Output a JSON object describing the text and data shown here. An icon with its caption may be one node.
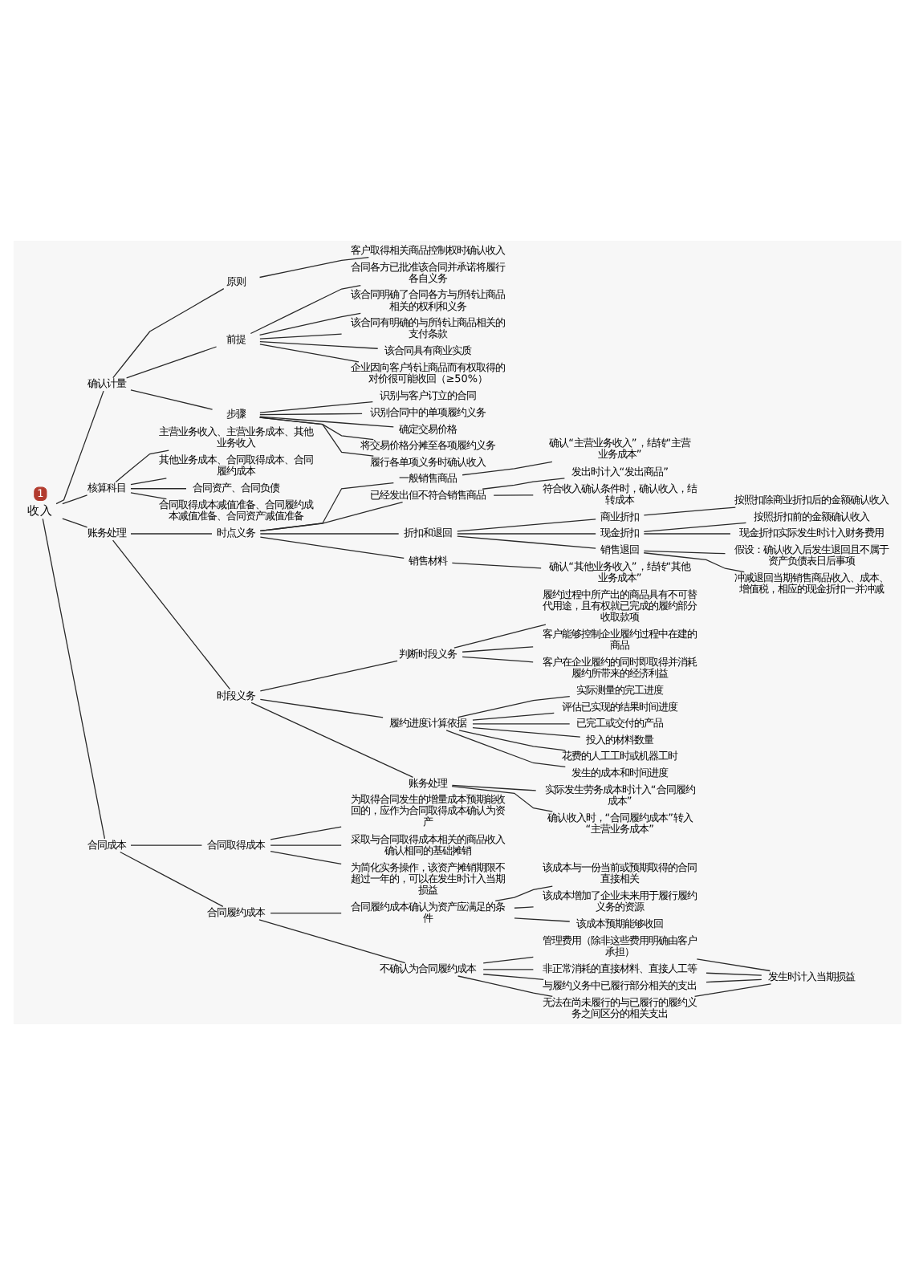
{
  "diagram": {
    "nodes": [
      {
        "text": [
          "收入"
        ]
      },
      {
        "text": [
          "确认计量"
        ]
      },
      {
        "text": [
          "原则"
        ]
      },
      {
        "text": [
          "客户取得相关商品控制权时确认收入"
        ]
      },
      {
        "text": [
          "前提"
        ]
      },
      {
        "text": [
          "合同各方已批准该合同并承诺将履行各自义务"
        ]
      },
      {
        "text": [
          "该合同明确了合同各方与所转让商品相关的权利和义务"
        ]
      },
      {
        "text": [
          "该合同有明确的与所转让商品相关的支付条款"
        ]
      },
      {
        "text": [
          "该合同具有商业实质"
        ]
      },
      {
        "text": [
          "企业因向客户转让商品而有权取得的对价很可能收回（≥50%）"
        ]
      },
      {
        "text": [
          "步骤"
        ]
      },
      {
        "text": [
          "识别与客户订立的合同"
        ]
      },
      {
        "text": [
          "识别合同中的单项履约义务"
        ]
      },
      {
        "text": [
          "确定交易价格"
        ]
      },
      {
        "text": [
          "将交易价格分摊至各项履约义务"
        ]
      },
      {
        "text": [
          "履行各单项义务时确认收入"
        ]
      },
      {
        "text": [
          "核算科目"
        ]
      },
      {
        "text": [
          "主营业务收入、主营业务成本、其他业务收入"
        ]
      },
      {
        "text": [
          "其他业务成本、合同取得成本、合同履约成本"
        ]
      },
      {
        "text": [
          "合同资产、合同负债"
        ]
      },
      {
        "text": [
          "合同取得成本减值准备、合同履约成本减值准备、合同资产减值准备"
        ]
      },
      {
        "text": [
          "账务处理"
        ]
      },
      {
        "text": [
          "时点义务"
        ]
      },
      {
        "text": [
          "一般销售商品"
        ]
      },
      {
        "text": [
          "确认“主营业务收入”，结转“主营业务成本”"
        ]
      },
      {
        "text": [
          "已经发出但不符合销售商品"
        ]
      },
      {
        "text": [
          "发出时计入“发出商品”"
        ]
      },
      {
        "text": [
          "符合收入确认条件时，确认收入，结转成本"
        ]
      },
      {
        "text": [
          "折扣和退回"
        ]
      },
      {
        "text": [
          "商业折扣"
        ]
      },
      {
        "text": [
          "按照扣除商业折扣后的金额确认收入"
        ]
      },
      {
        "text": [
          "现金折扣"
        ]
      },
      {
        "text": [
          "按照折扣前的金额确认收入"
        ]
      },
      {
        "text": [
          "现金折扣实际发生时计入财务费用"
        ]
      },
      {
        "text": [
          "销售退回"
        ]
      },
      {
        "text": [
          "假设：确认收入后发生退回且不属于资产负债表日后事项"
        ]
      },
      {
        "text": [
          "冲减退回当期销售商品收入、成本、增值税，相应的现金折扣一并冲减"
        ]
      },
      {
        "text": [
          "销售材料"
        ]
      },
      {
        "text": [
          "确认“其他业务收入”，结转“其他业务成本”"
        ]
      },
      {
        "text": [
          "时段义务"
        ]
      },
      {
        "text": [
          "判断时段义务"
        ]
      },
      {
        "text": [
          "履约过程中所产出的商品具有不可替代用途，且有权就已完成的履约部分收取款项"
        ]
      },
      {
        "text": [
          "客户能够控制企业履约过程中在建的商品"
        ]
      },
      {
        "text": [
          "客户在企业履约的同时即取得并消耗履约所带来的经济利益"
        ]
      },
      {
        "text": [
          "履约进度计算依据"
        ]
      },
      {
        "text": [
          "实际测量的完工进度"
        ]
      },
      {
        "text": [
          "评估已实现的结果时间进度"
        ]
      },
      {
        "text": [
          "已完工或交付的产品"
        ]
      },
      {
        "text": [
          "投入的材料数量"
        ]
      },
      {
        "text": [
          "花费的人工工时或机器工时"
        ]
      },
      {
        "text": [
          "发生的成本和时间进度"
        ]
      },
      {
        "text": [
          "账务处理"
        ]
      },
      {
        "text": [
          "实际发生劳务成本时计入“合同履约成本”"
        ]
      },
      {
        "text": [
          "确认收入时，“合同履约成本”转入“主营业务成本”"
        ]
      },
      {
        "text": [
          "合同成本"
        ]
      },
      {
        "text": [
          "合同取得成本"
        ]
      },
      {
        "text": [
          "为取得合同发生的增量成本预期能收回的，应作为合同取得成本确认为资产"
        ]
      },
      {
        "text": [
          "采取与合同取得成本相关的商品收入确认相同的基础摊销"
        ]
      },
      {
        "text": [
          "为简化实务操作，该资产摊销期限不超过一年的，可以在发生时计入当期损益"
        ]
      },
      {
        "text": [
          "合同履约成本"
        ]
      },
      {
        "text": [
          "合同履约成本确认为资产应满足的条件"
        ]
      },
      {
        "text": [
          "该成本与一份当前或预期取得的合同直接相关"
        ]
      },
      {
        "text": [
          "该成本增加了企业未来用于履行履约义务的资源"
        ]
      },
      {
        "text": [
          "该成本预期能够收回"
        ]
      },
      {
        "text": [
          "不确认为合同履约成本"
        ]
      },
      {
        "text": [
          "管理费用（除非这些费用明确由客户承担）"
        ]
      },
      {
        "text": [
          "非正常消耗的直接材料、直接人工等"
        ]
      },
      {
        "text": [
          "与履约义务中已履行部分相关的支出"
        ]
      },
      {
        "text": [
          "无法在尚未履行的与已履行的履约义务之间区分的相关支出"
        ]
      },
      {
        "text": [
          "发生时计入当期损益"
        ]
      }
    ],
    "edges": [
      {
        "from": 0,
        "to": 1,
        "arrow": "none"
      },
      {
        "from": 1,
        "to": 2,
        "arrow": "none"
      },
      {
        "from": 2,
        "to": 3,
        "arrow": "none"
      },
      {
        "from": 1,
        "to": 4,
        "arrow": "none"
      },
      {
        "from": 4,
        "to": 5,
        "arrow": "none"
      },
      {
        "from": 4,
        "to": 6,
        "arrow": "none"
      },
      {
        "from": 4,
        "to": 7,
        "arrow": "none"
      },
      {
        "from": 4,
        "to": 8,
        "arrow": "none"
      },
      {
        "from": 4,
        "to": 9,
        "arrow": "none"
      },
      {
        "from": 1,
        "to": 10,
        "arrow": "none"
      },
      {
        "from": 10,
        "to": 11,
        "arrow": "none"
      },
      {
        "from": 10,
        "to": 12,
        "arrow": "none"
      },
      {
        "from": 10,
        "to": 13,
        "arrow": "none"
      },
      {
        "from": 10,
        "to": 14,
        "arrow": "none"
      },
      {
        "from": 10,
        "to": 15,
        "arrow": "none"
      },
      {
        "from": 0,
        "to": 16,
        "arrow": "none"
      },
      {
        "from": 16,
        "to": 17,
        "arrow": "none"
      },
      {
        "from": 16,
        "to": 18,
        "arrow": "none"
      },
      {
        "from": 16,
        "to": 19,
        "arrow": "none"
      },
      {
        "from": 16,
        "to": 20,
        "arrow": "none"
      },
      {
        "from": 0,
        "to": 21,
        "arrow": "none"
      },
      {
        "from": 21,
        "to": 22,
        "arrow": "none"
      },
      {
        "from": 22,
        "to": 23,
        "arrow": "none"
      },
      {
        "from": 23,
        "to": 24,
        "arrow": "none"
      },
      {
        "from": 22,
        "to": 25,
        "arrow": "none"
      },
      {
        "from": 25,
        "to": 26,
        "arrow": "none"
      },
      {
        "from": 25,
        "to": 27,
        "arrow": "none"
      },
      {
        "from": 22,
        "to": 28,
        "arrow": "none"
      },
      {
        "from": 28,
        "to": 29,
        "arrow": "none"
      },
      {
        "from": 29,
        "to": 30,
        "arrow": "none"
      },
      {
        "from": 28,
        "to": 31,
        "arrow": "none"
      },
      {
        "from": 31,
        "to": 32,
        "arrow": "none"
      },
      {
        "from": 31,
        "to": 33,
        "arrow": "none"
      },
      {
        "from": 28,
        "to": 34,
        "arrow": "none"
      },
      {
        "from": 34,
        "to": 35,
        "arrow": "none"
      },
      {
        "from": 34,
        "to": 36,
        "arrow": "none"
      },
      {
        "from": 22,
        "to": 37,
        "arrow": "none"
      },
      {
        "from": 37,
        "to": 38,
        "arrow": "none"
      },
      {
        "from": 21,
        "to": 39,
        "arrow": "none"
      },
      {
        "from": 39,
        "to": 40,
        "arrow": "none"
      },
      {
        "from": 40,
        "to": 41,
        "arrow": "none"
      },
      {
        "from": 40,
        "to": 42,
        "arrow": "none"
      },
      {
        "from": 40,
        "to": 43,
        "arrow": "none"
      },
      {
        "from": 39,
        "to": 44,
        "arrow": "none"
      },
      {
        "from": 44,
        "to": 45,
        "arrow": "none"
      },
      {
        "from": 44,
        "to": 46,
        "arrow": "none"
      },
      {
        "from": 44,
        "to": 47,
        "arrow": "none"
      },
      {
        "from": 44,
        "to": 48,
        "arrow": "none"
      },
      {
        "from": 44,
        "to": 49,
        "arrow": "none"
      },
      {
        "from": 44,
        "to": 50,
        "arrow": "none"
      },
      {
        "from": 39,
        "to": 51,
        "arrow": "none"
      },
      {
        "from": 51,
        "to": 52,
        "arrow": "none"
      },
      {
        "from": 51,
        "to": 53,
        "arrow": "none"
      },
      {
        "from": 0,
        "to": 54,
        "arrow": "none"
      },
      {
        "from": 54,
        "to": 55,
        "arrow": "none"
      },
      {
        "from": 55,
        "to": 56,
        "arrow": "none"
      },
      {
        "from": 55,
        "to": 57,
        "arrow": "none"
      },
      {
        "from": 55,
        "to": 58,
        "arrow": "none"
      },
      {
        "from": 54,
        "to": 59,
        "arrow": "none"
      },
      {
        "from": 59,
        "to": 60,
        "arrow": "none"
      },
      {
        "from": 60,
        "to": 61,
        "arrow": "none"
      },
      {
        "from": 60,
        "to": 62,
        "arrow": "none"
      },
      {
        "from": 60,
        "to": 63,
        "arrow": "none"
      },
      {
        "from": 59,
        "to": 64,
        "arrow": "none"
      },
      {
        "from": 64,
        "to": 65,
        "arrow": "none"
      },
      {
        "from": 64,
        "to": 66,
        "arrow": "none"
      },
      {
        "from": 64,
        "to": 67,
        "arrow": "none"
      },
      {
        "from": 64,
        "to": 68,
        "arrow": "none"
      },
      {
        "from": 65,
        "to": 69,
        "arrow": "none"
      },
      {
        "from": 66,
        "to": 69,
        "arrow": "none"
      },
      {
        "from": 67,
        "to": 69,
        "arrow": "none"
      },
      {
        "from": 68,
        "to": 69,
        "arrow": "none"
      }
    ],
    "labels": [
      "1"
    ]
  }
}
